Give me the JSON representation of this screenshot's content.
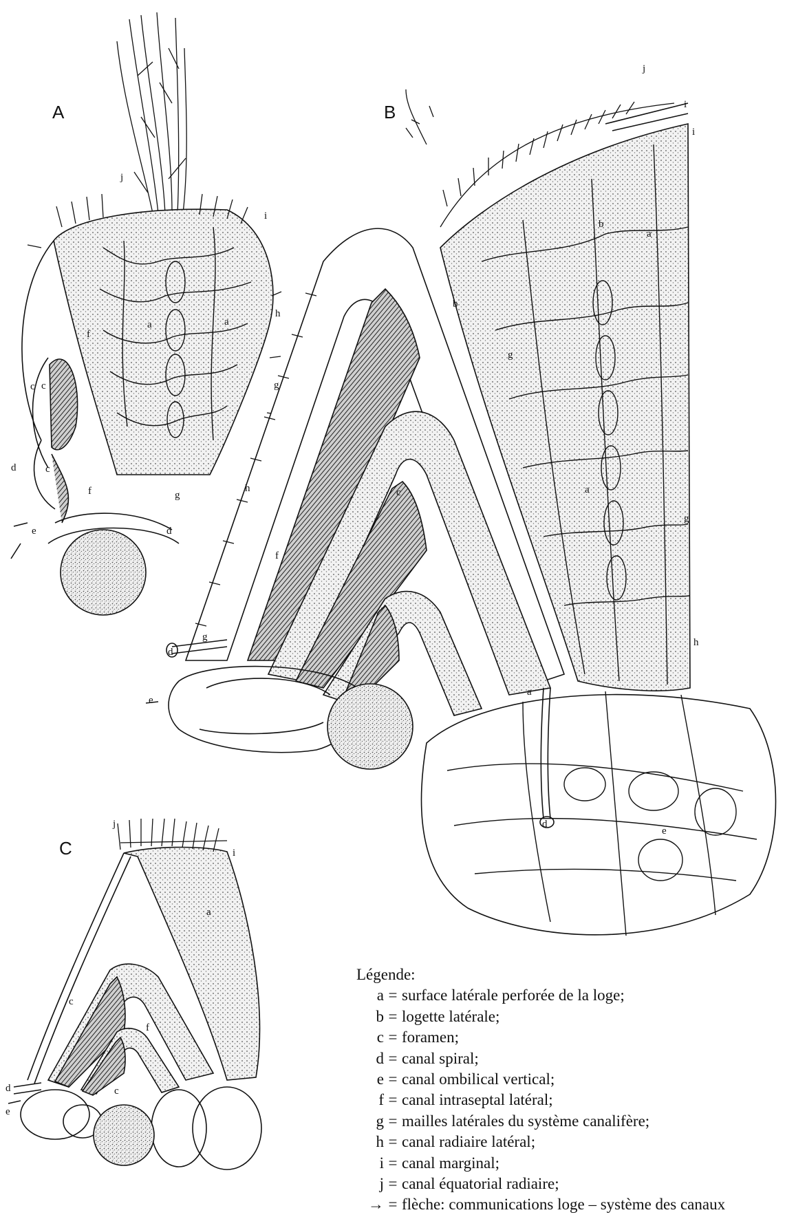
{
  "panels": {
    "a": "A",
    "b": "B",
    "c": "C"
  },
  "part_labels": {
    "a": "a",
    "b": "b",
    "c": "c",
    "d": "d",
    "e": "e",
    "f": "f",
    "g": "g",
    "h": "h",
    "i": "i",
    "j": "j"
  },
  "legend": {
    "title": "Légende:",
    "equals": "=",
    "items": [
      {
        "key": "a",
        "text": "surface latérale perforée de la loge;"
      },
      {
        "key": "b",
        "text": "logette latérale;"
      },
      {
        "key": "c",
        "text": "foramen;"
      },
      {
        "key": "d",
        "text": "canal spiral;"
      },
      {
        "key": "e",
        "text": "canal ombilical vertical;"
      },
      {
        "key": "f",
        "text": "canal intraseptal latéral;"
      },
      {
        "key": "g",
        "text": "mailles latérales du système canalifère;"
      },
      {
        "key": "h",
        "text": "canal radiaire latéral;"
      },
      {
        "key": "i",
        "text": "canal marginal;"
      },
      {
        "key": "j",
        "text": "canal équatorial radiaire;"
      },
      {
        "key": "→",
        "text": "flèche: communications loge – système des canaux"
      }
    ]
  }
}
